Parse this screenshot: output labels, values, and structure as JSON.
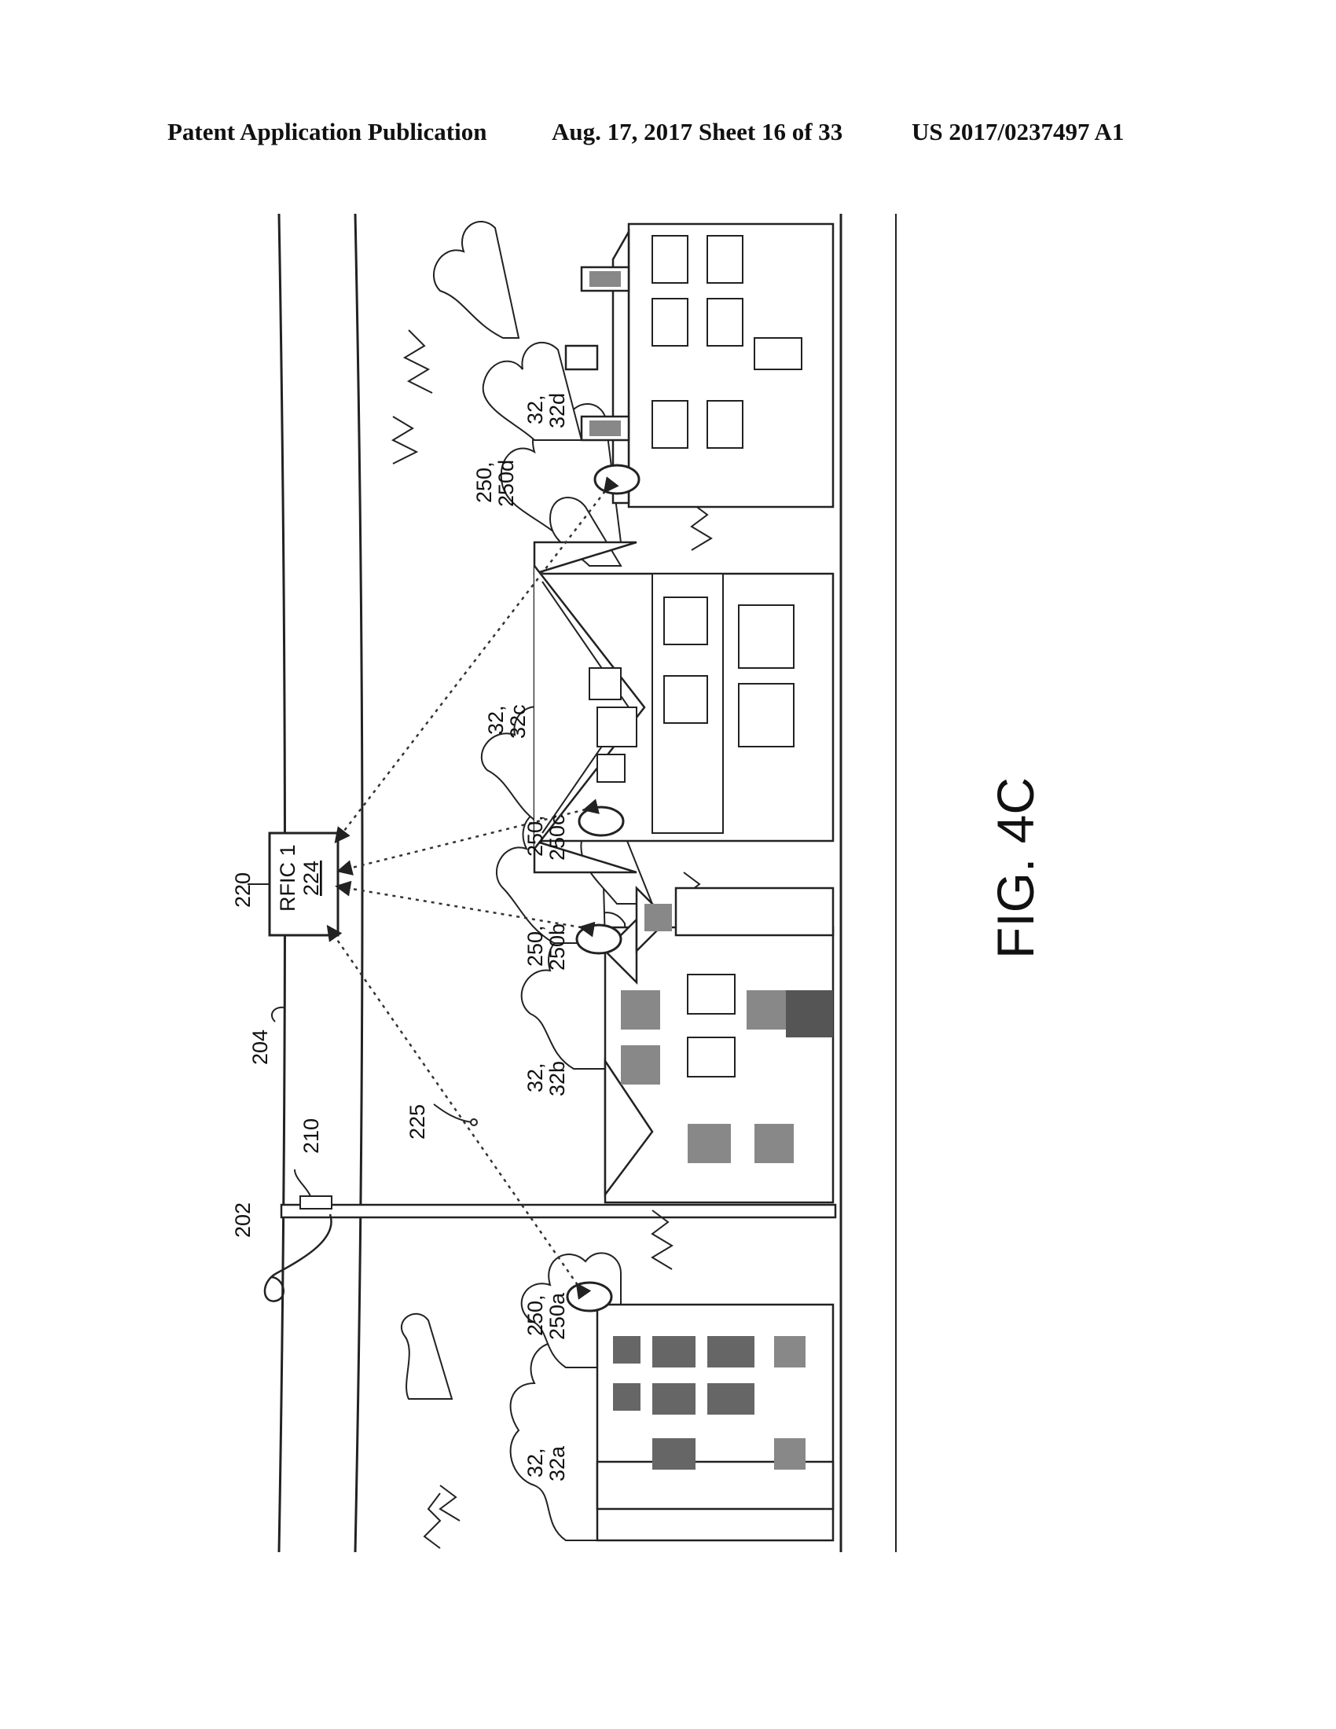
{
  "header": {
    "left": "Patent Application Publication",
    "date_sheet": "Aug. 17, 2017  Sheet 16 of 33",
    "pub_number": "US 2017/0237497 A1"
  },
  "figure": {
    "caption": "FIG. 4C",
    "rfic_title": "RFIC 1",
    "rfic_number": "224",
    "labels": {
      "rfic_ref": "220",
      "line_ref": "204",
      "device_ref": "210",
      "pole_ref": "202",
      "link_ref": "225",
      "home_a": [
        "32,",
        "32a"
      ],
      "home_b": [
        "32,",
        "32b"
      ],
      "home_c": [
        "32,",
        "32c"
      ],
      "home_d": [
        "32,",
        "32d"
      ],
      "node_a": [
        "250,",
        "250a"
      ],
      "node_b": [
        "250,",
        "250b"
      ],
      "node_c": [
        "250,",
        "250c"
      ],
      "node_d": [
        "250,",
        "250d"
      ]
    }
  }
}
